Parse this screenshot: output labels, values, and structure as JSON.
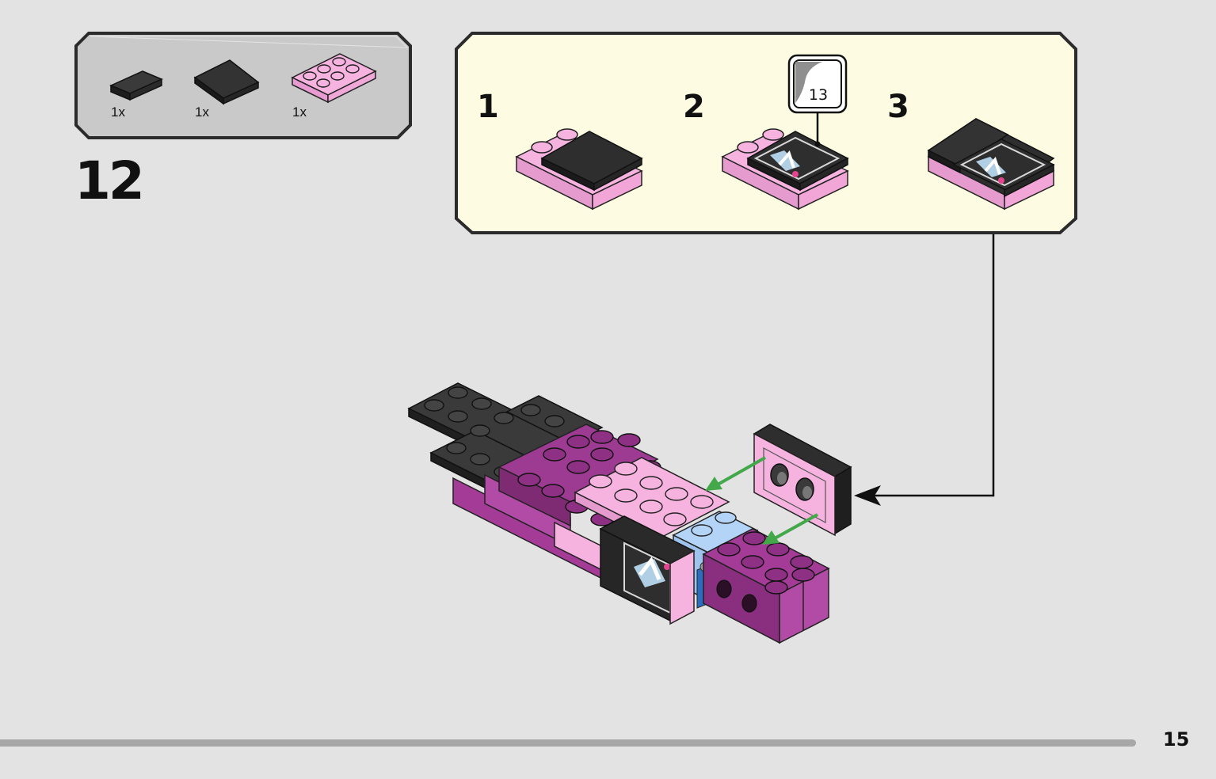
{
  "page": {
    "number": "15"
  },
  "step": {
    "number": "12"
  },
  "parts_list": {
    "items": [
      {
        "part": "black-tile-1x2",
        "quantity": "1x"
      },
      {
        "part": "black-tile-2x2",
        "quantity": "1x"
      },
      {
        "part": "pink-plate-2x3",
        "quantity": "1x"
      }
    ]
  },
  "sub_assembly": {
    "steps": [
      "1",
      "2",
      "3"
    ],
    "sticker": {
      "number": "13"
    }
  },
  "colors": {
    "background": "#e3e3e3",
    "parts_panel": "#c9c9c9",
    "sub_panel": "#fdfbe1",
    "pink": "#f4a9dc",
    "magenta": "#9d3a91",
    "black": "#2c2c2c",
    "light_blue": "#b3d4f7",
    "arrow_green": "#43a84a"
  }
}
